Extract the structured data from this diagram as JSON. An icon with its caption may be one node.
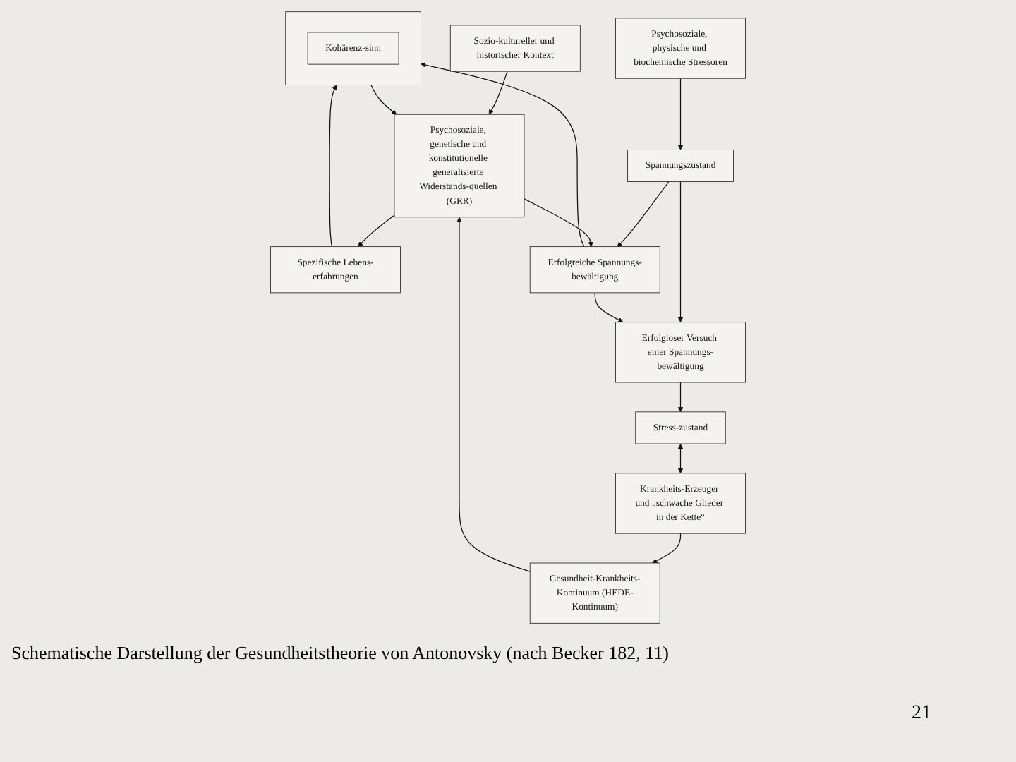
{
  "diagram": {
    "caption": "Schematische Darstellung der Gesundheitstheorie von Antonovsky (nach Becker 182, 11)",
    "nodes": [
      {
        "text": [
          "Psychosoziale, physische und biochemische Stressoren"
        ]
      },
      {
        "text": [
          "Spannungszustand"
        ]
      },
      {
        "text": [
          "Sozio-kultureller und historischer Kontext"
        ]
      },
      {
        "text": [
          "Psychosoziale, genetische und konstitutionelle generalisierte Widerstands-quellen (GRR)"
        ]
      },
      {
        "text": [
          "Spezifische Lebens-erfahrungen"
        ]
      },
      {
        "text": [],
        "shape": "box"
      },
      {
        "text": [
          "Kohärenz-sinn"
        ],
        "in": 5
      },
      {
        "text": [
          "Erfolgreiche Spannungs-bewältigung"
        ]
      },
      {
        "text": [
          "Erfolgloser Versuch einer Spannungs-bewältigung"
        ]
      },
      {
        "text": [
          "Stress-zustand"
        ]
      },
      {
        "text": [
          "Krankheits-Erzeuger und „schwache Glieder in der Kette“"
        ]
      },
      {
        "text": [
          "Gesundheit-Krankheits-Kontinuum (HEDE-Kontinuum)"
        ]
      }
    ],
    "edges": [
      {
        "from": 0,
        "to": 1,
        "arrow": "to"
      },
      {
        "from": 1,
        "to": 7,
        "arrow": "to"
      },
      {
        "from": 1,
        "to": 8,
        "arrow": "to"
      },
      {
        "from": 3,
        "to": 7,
        "arrow": "to"
      },
      {
        "from": 2,
        "to": 3,
        "arrow": "to"
      },
      {
        "from": 3,
        "to": 4,
        "arrow": "to"
      },
      {
        "from": 4,
        "to": 5,
        "arrow": "to"
      },
      {
        "from": 7,
        "to": 5,
        "arrow": "to"
      },
      {
        "from": 7,
        "to": 8,
        "arrow": "to"
      },
      {
        "from": 8,
        "to": 9,
        "arrow": "to"
      },
      {
        "from": 9,
        "to": 10,
        "arrow": "both"
      },
      {
        "from": 10,
        "to": 11,
        "arrow": "to"
      },
      {
        "from": 5,
        "to": 3,
        "arrow": "to"
      },
      {
        "from": 11,
        "to": 3,
        "arrow": "to"
      }
    ],
    "labels": [
      "21"
    ]
  }
}
